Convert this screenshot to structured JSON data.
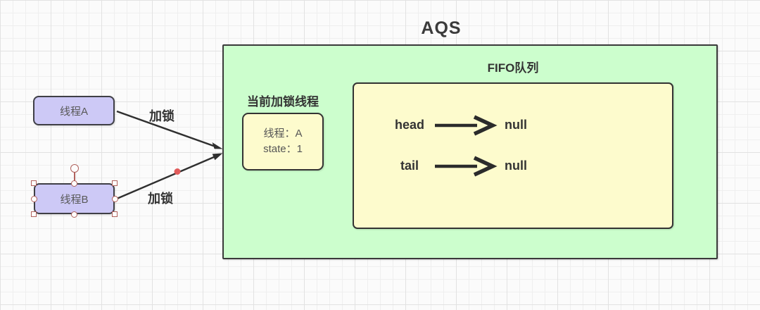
{
  "aqs_container": {
    "title": "AQS",
    "current_lock_section": {
      "label": "当前加锁线程",
      "state_box": {
        "thread_line": "线程：A",
        "state_line": "state：1"
      }
    },
    "fifo_section": {
      "label": "FIFO队列",
      "rows": [
        {
          "pointer": "head",
          "target": "null"
        },
        {
          "pointer": "tail",
          "target": "null"
        }
      ]
    }
  },
  "threads": [
    {
      "label": "线程A",
      "selected": false
    },
    {
      "label": "线程B",
      "selected": true
    }
  ],
  "connectors": [
    {
      "label": "加锁",
      "from": "线程A",
      "to": "AQS"
    },
    {
      "label": "加锁",
      "from": "线程B",
      "to": "AQS"
    }
  ],
  "colors": {
    "container_fill": "#ccfecd",
    "inner_box_fill": "#fdfbcd",
    "thread_fill": "#cdc9f6",
    "shape_border": "#3a3a3a",
    "selection_handle": "#b0615c",
    "waypoint_dot": "#e15b5b",
    "grid_minor": "#efefef",
    "grid_major": "#e2e2e2"
  }
}
